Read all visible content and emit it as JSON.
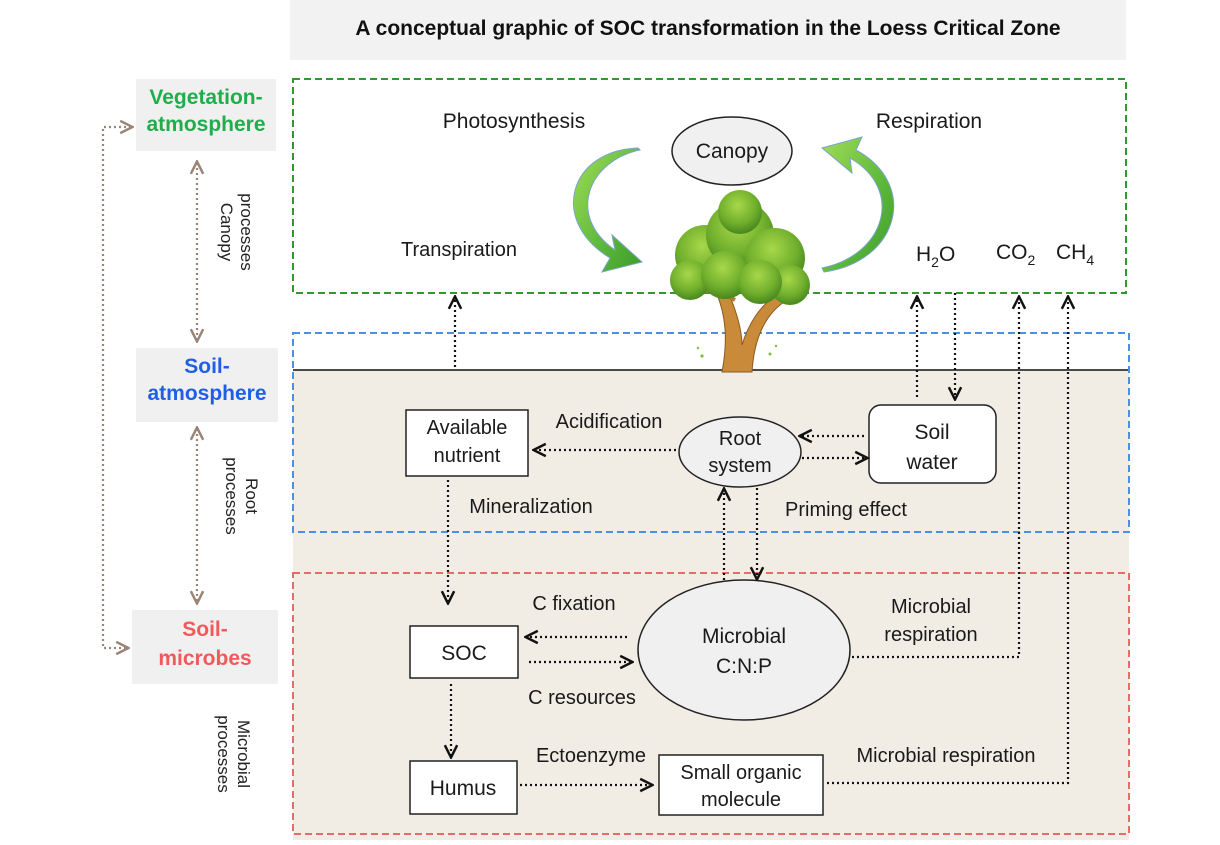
{
  "title": "A conceptual graphic of SOC transformation in the Loess Critical Zone",
  "colors": {
    "vegetation": "#1fae4b",
    "soil_atmosphere": "#1f5fe6",
    "soil_microbes": "#f05a5a",
    "green_box": "#2e9a2e",
    "blue_box": "#4a90e8",
    "red_box": "#e86a6a",
    "soil_fill": "#f1ece4",
    "side_arrow": "#9a8478"
  },
  "zones": {
    "vegetation": {
      "line1": "Vegetation-",
      "line2": "atmosphere"
    },
    "soil_atmosphere": {
      "line1": "Soil-",
      "line2": "atmosphere"
    },
    "soil_microbes": {
      "line1": "Soil-",
      "line2": "microbes"
    }
  },
  "side_processes": {
    "canopy": {
      "line1": "Canopy",
      "line2": "processes"
    },
    "root": {
      "line1": "Root",
      "line2": "processes"
    },
    "microbial": {
      "line1": "Microbial",
      "line2": "processes"
    }
  },
  "labels": {
    "photosynthesis": "Photosynthesis",
    "respiration": "Respiration",
    "canopy": "Canopy",
    "transpiration": "Transpiration",
    "h2o_main": "H",
    "h2o_sub": "2",
    "h2o_end": "O",
    "co2_main": "CO",
    "co2_sub": "2",
    "ch4_main": "CH",
    "ch4_sub": "4",
    "available_nutrient_1": "Available",
    "available_nutrient_2": "nutrient",
    "acidification": "Acidification",
    "root_system_1": "Root",
    "root_system_2": "system",
    "soil_water_1": "Soil",
    "soil_water_2": "water",
    "mineralization": "Mineralization",
    "priming_effect": "Priming effect",
    "c_fixation": "C fixation",
    "soc": "SOC",
    "microbial_cnp_1": "Microbial",
    "microbial_cnp_2": "C:N:P",
    "microbial_respiration_1": "Microbial",
    "microbial_respiration_2": "respiration",
    "c_resources": "C resources",
    "humus": "Humus",
    "ectoenzyme": "Ectoenzyme",
    "small_organic_1": "Small organic",
    "small_organic_2": "molecule",
    "microbial_respiration_long": "Microbial respiration"
  }
}
